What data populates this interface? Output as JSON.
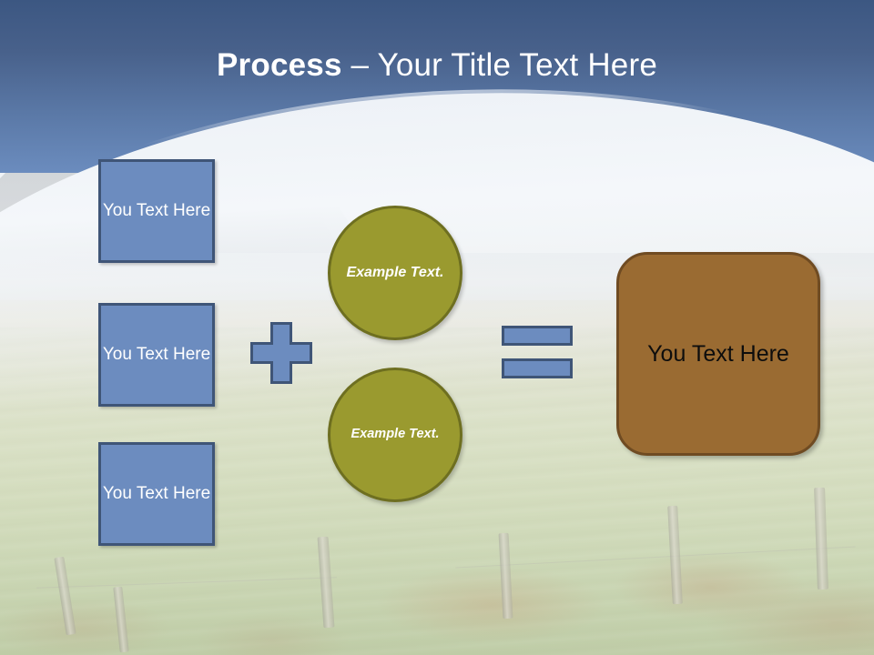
{
  "slide": {
    "title_bold": "Process",
    "title_rest": " – Your Title Text Here",
    "title_full": "Process – Your Title Text Here"
  },
  "theme": {
    "header_top": "#3C5782",
    "header_bottom": "#6B8CBE",
    "arc": "#F4F7FA",
    "blue_fill": "#6C8CBF",
    "blue_border": "#3F5577",
    "olive_fill": "#9A9A2F",
    "olive_border": "#6E6F20",
    "brown_fill": "#9A6B32",
    "brown_border": "#6F4B22",
    "box_text": "#FFFFFF",
    "brown_text": "#0D0D0D"
  },
  "diagram": {
    "input_boxes": [
      {
        "label": "You Text Here"
      },
      {
        "label": "You Text Here"
      },
      {
        "label": "You Text Here"
      }
    ],
    "operator_plus": "+",
    "circles": [
      {
        "label": "Example Text."
      },
      {
        "label": "Example Text."
      }
    ],
    "operator_equals": "=",
    "result_box": {
      "label": "You Text Here"
    }
  }
}
